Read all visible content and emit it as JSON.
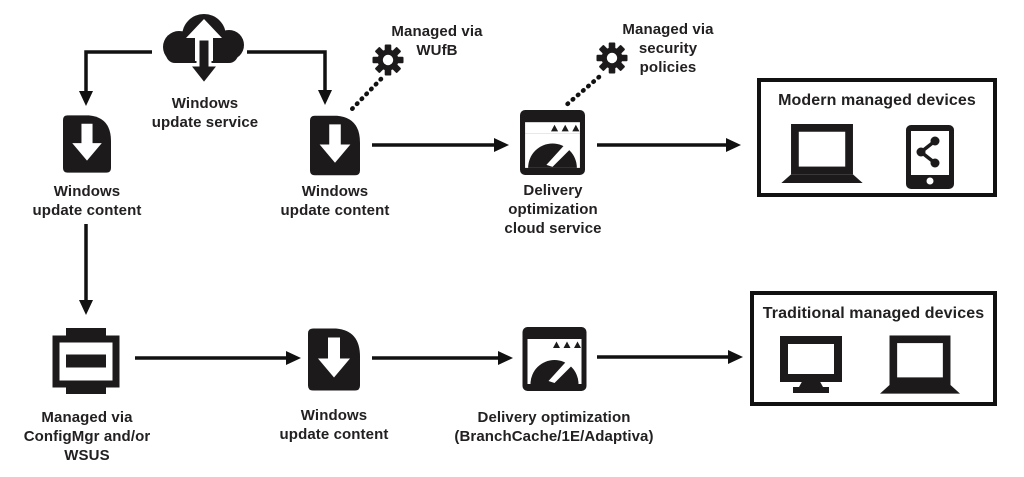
{
  "colors": {
    "ink": "#1c1a1b",
    "text": "#232021",
    "background": "#ffffff",
    "box_border": "#111111"
  },
  "icons": {
    "cloud_sync": "cloud-sync-icon",
    "download_file": "download-file-icon",
    "gear": "gear-icon",
    "speedometer": "speedometer-icon",
    "server_stack": "server-stack-icon",
    "laptop": "laptop-icon",
    "tablet_share": "tablet-share-icon",
    "monitor": "monitor-icon"
  },
  "nodes": {
    "update_service": {
      "label": "Windows\nupdate service"
    },
    "content_top_left": {
      "label": "Windows\nupdate content"
    },
    "content_top_mid": {
      "label": "Windows\nupdate content"
    },
    "managed_wufb": {
      "label": "Managed via\nWUfB"
    },
    "managed_secpol": {
      "label": "Managed via\nsecurity\npolicies"
    },
    "do_cloud": {
      "label": "Delivery\noptimization\ncloud service"
    },
    "configmgr_wsus": {
      "label": "Managed via\nConfigMgr and/or\nWSUS"
    },
    "content_bottom": {
      "label": "Windows\nupdate content"
    },
    "do_onprem": {
      "label": "Delivery optimization\n(BranchCache/1E/Adaptiva)"
    },
    "modern_devices": {
      "label": "Modern managed devices"
    },
    "traditional_devices": {
      "label": "Traditional managed devices"
    }
  }
}
